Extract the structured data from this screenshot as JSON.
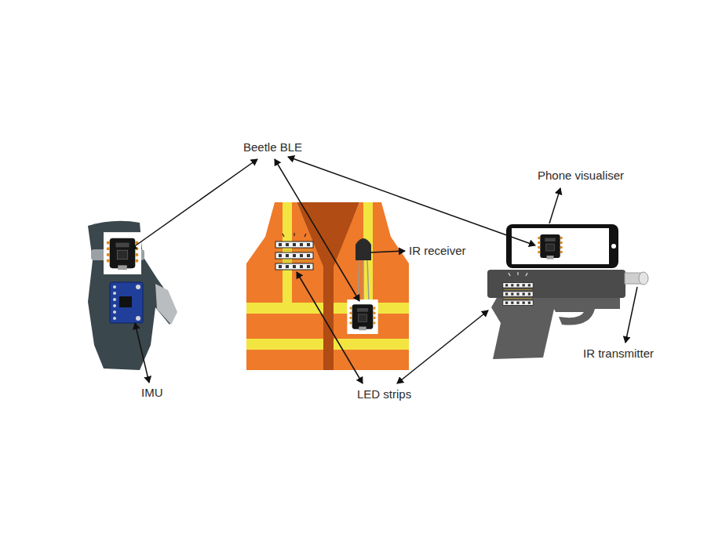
{
  "diagram": {
    "labels": [
      "Beetle BLE",
      "Phone visualiser",
      "IR receiver",
      "IMU",
      "LED strips",
      "IR transmitter"
    ]
  }
}
